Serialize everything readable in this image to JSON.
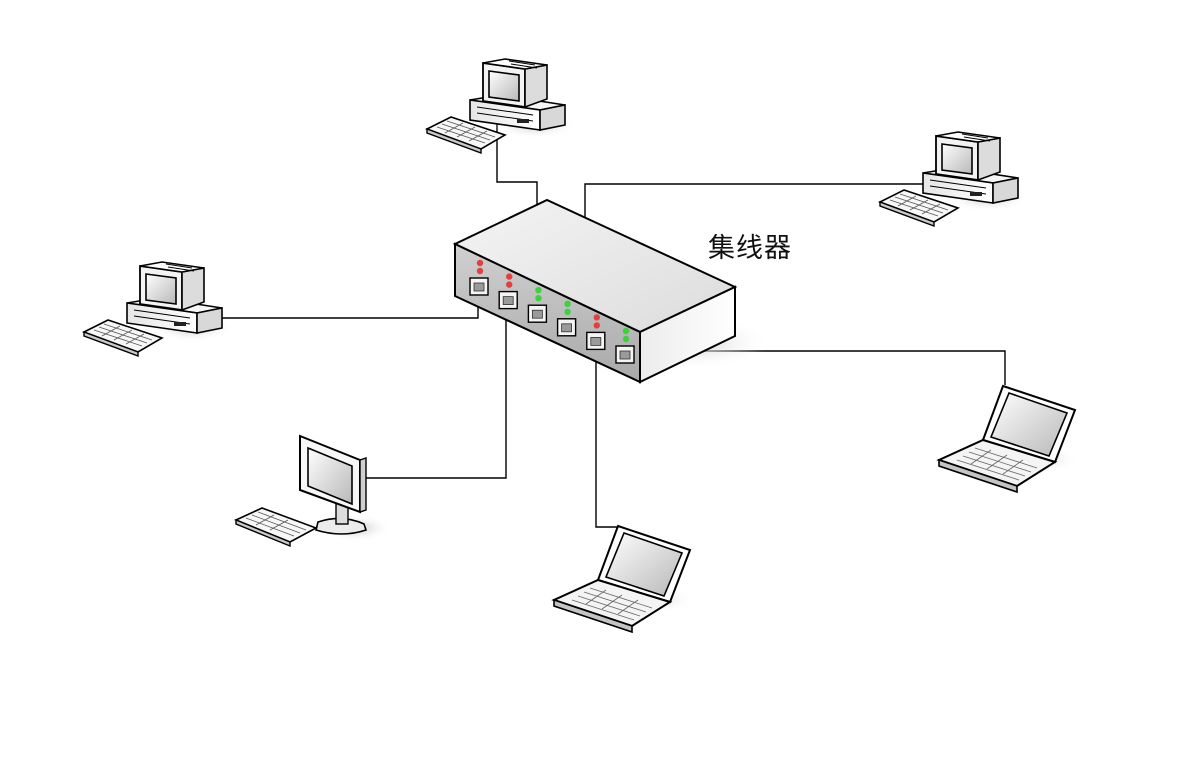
{
  "hub": {
    "label": "集线器",
    "port_count": 6,
    "led_colors": [
      "red",
      "red",
      "green",
      "green",
      "red",
      "green"
    ]
  },
  "devices": [
    {
      "type": "desktop-computer",
      "name": "desktop-top",
      "connected_port": 3
    },
    {
      "type": "desktop-computer",
      "name": "desktop-top-right",
      "connected_port": 5
    },
    {
      "type": "desktop-computer",
      "name": "desktop-left",
      "connected_port": 1
    },
    {
      "type": "lcd-monitor-computer",
      "name": "lcd-workstation-bottom-left",
      "connected_port": 2
    },
    {
      "type": "laptop",
      "name": "laptop-bottom",
      "connected_port": 5
    },
    {
      "type": "laptop",
      "name": "laptop-right",
      "connected_port": 6
    }
  ],
  "colors": {
    "led_red": "#e2403f",
    "led_green": "#3fcf3f",
    "cable": "#000000"
  }
}
